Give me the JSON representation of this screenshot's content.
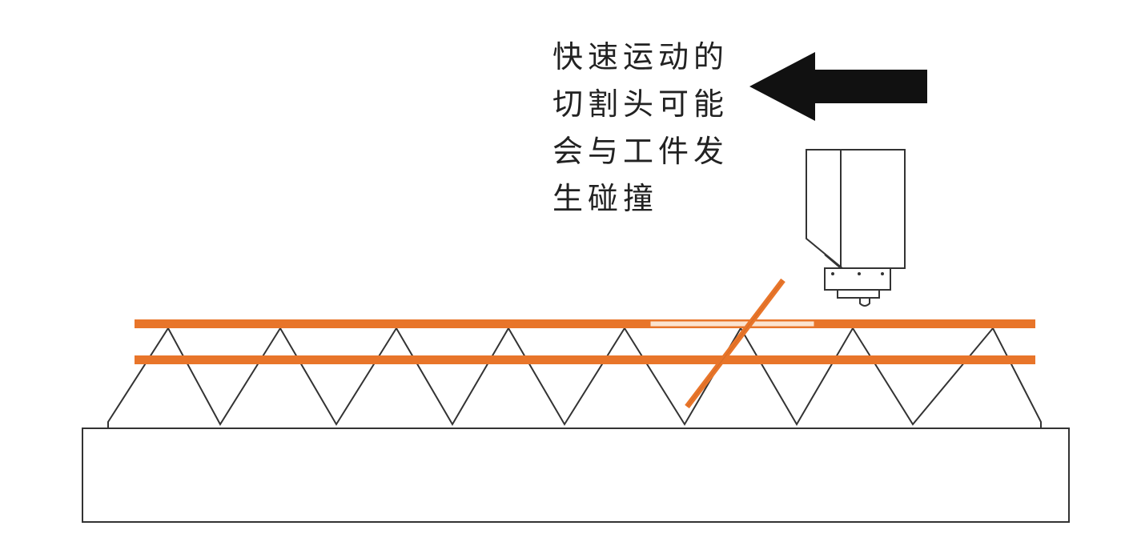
{
  "caption": {
    "lines": [
      "快速运动的",
      "切割头可能",
      "会与工件发",
      "生碰撞"
    ]
  },
  "colors": {
    "background": "#ffffff",
    "outline": "#333333",
    "workpiece": "#e8752a",
    "workpiece_highlight": "#fbe3cf",
    "arrow": "#111111",
    "cutting_head": "#ffffff",
    "text": "#222222"
  },
  "icons": {
    "direction_arrow": "left-arrow-icon",
    "cutting_head": "laser-cutting-head-icon"
  }
}
